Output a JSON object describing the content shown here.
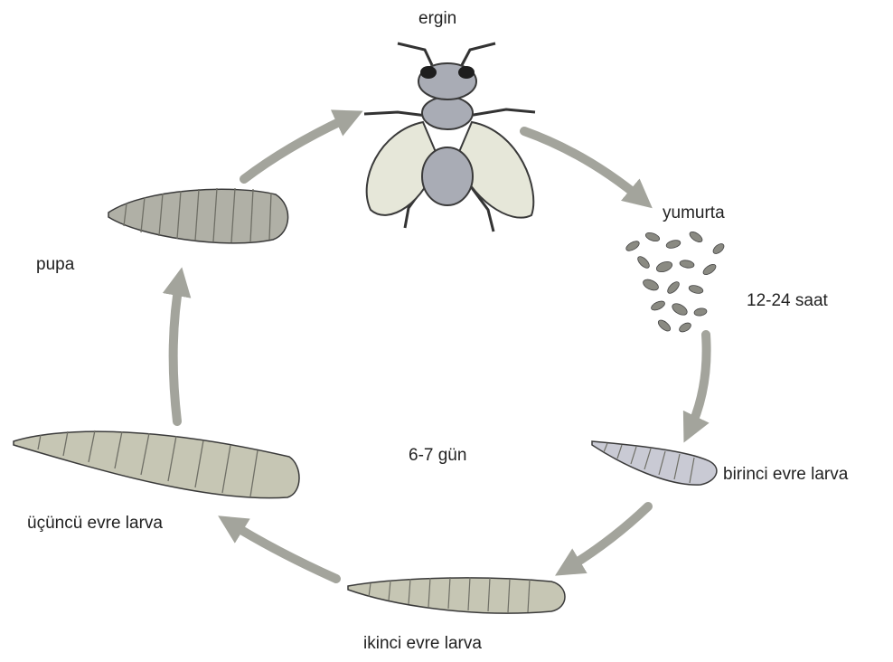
{
  "diagram": {
    "stages": {
      "adult": "ergin",
      "egg": "yumurta",
      "first_instar": "birinci evre larva",
      "second_instar": "ikinci evre larva",
      "third_instar": "üçüncü evre larva",
      "pupa": "pupa"
    },
    "durations": {
      "egg_hatch": "12-24 saat",
      "larval_period": "6-7 gün"
    },
    "colors": {
      "arrow": "#a3a49c",
      "adult_wing": "#e6e7d9",
      "adult_body": "#a9acb5",
      "larva_fill": "#c6c6b4",
      "first_instar_fill": "#c9cad4",
      "pupa_fill": "#b0b0a6",
      "segment_line": "#6f6f66",
      "outline": "#3a3a3a"
    }
  }
}
